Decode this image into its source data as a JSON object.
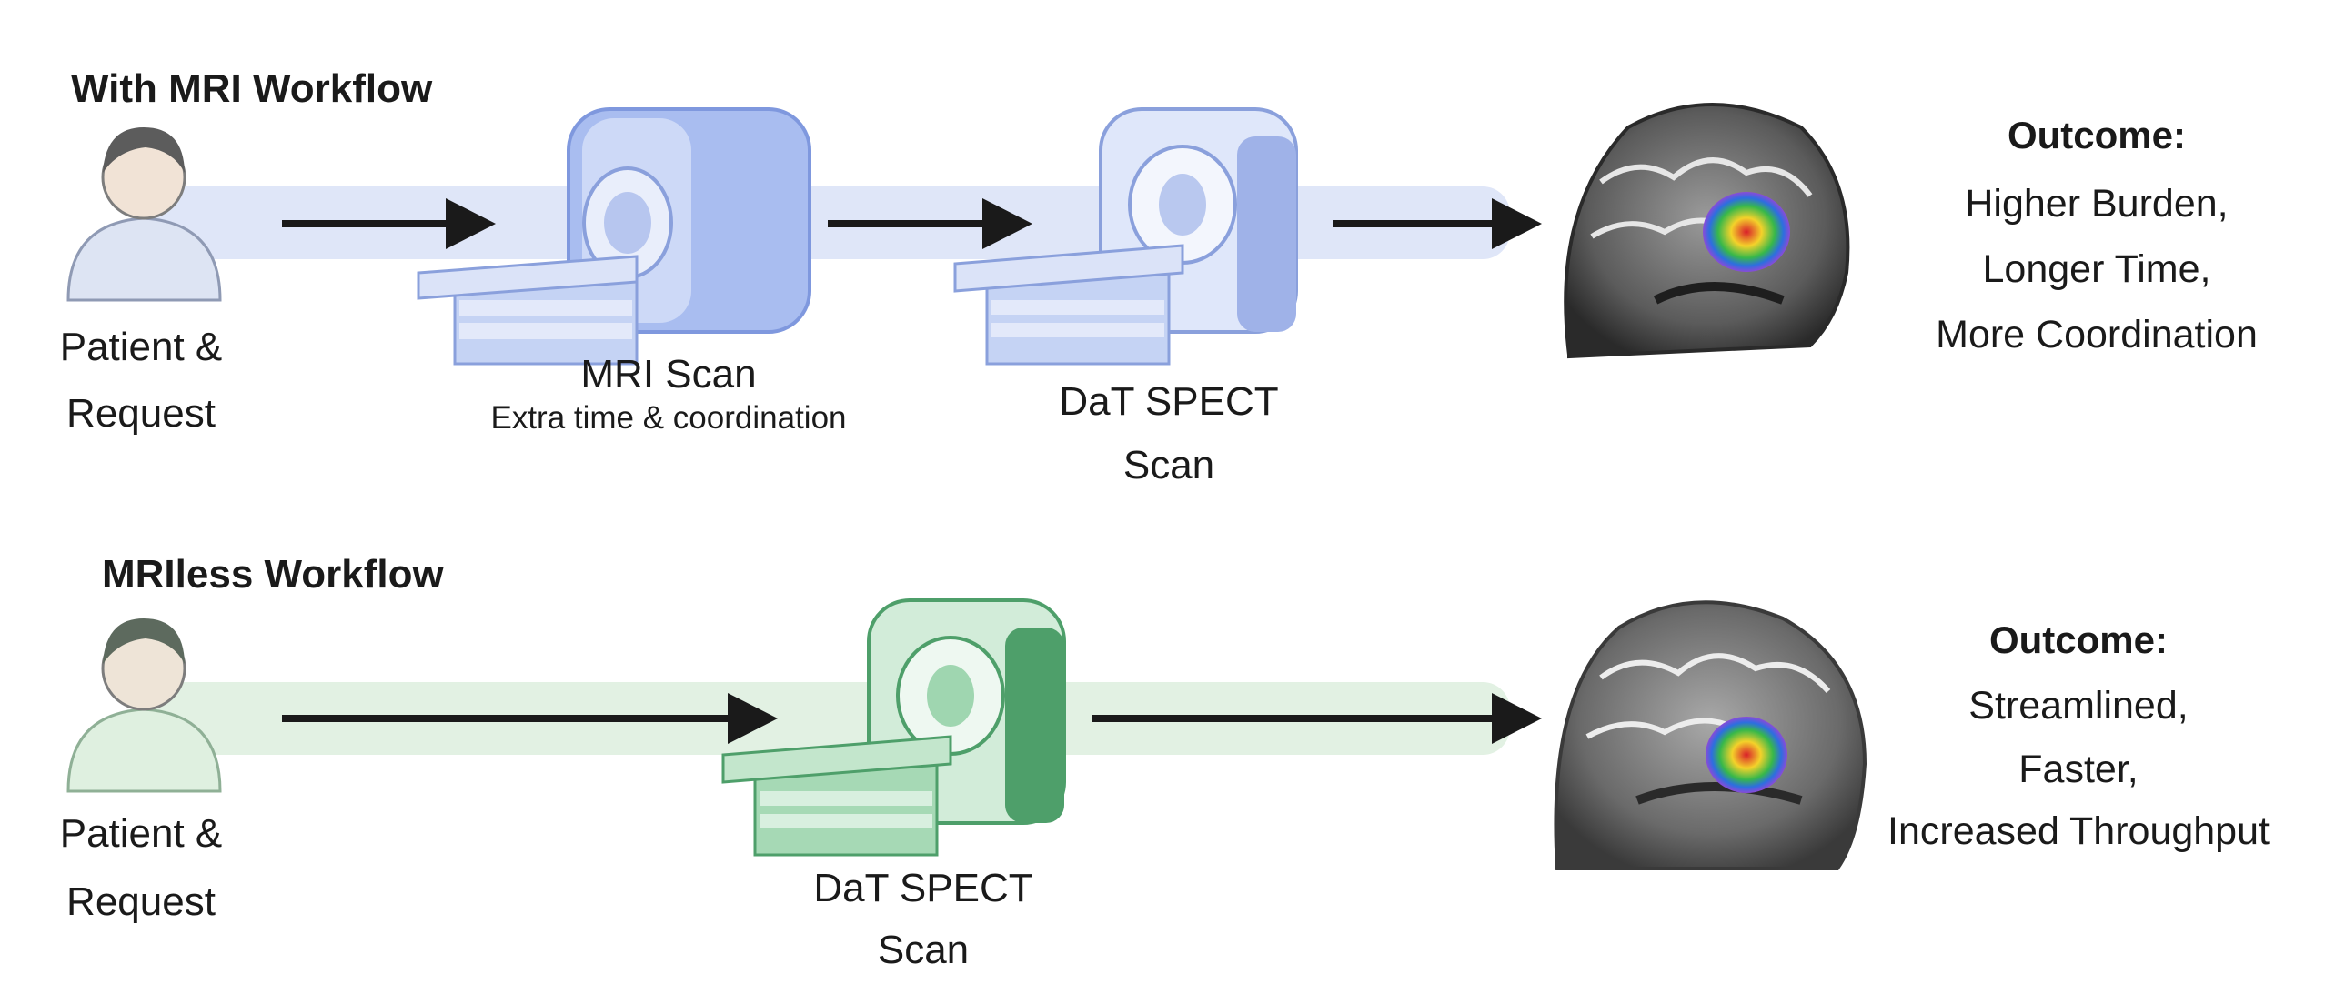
{
  "colors": {
    "mri_band": "#dfe6f8",
    "mri_machine": "#a9bdf0",
    "mri_machine_dark": "#7f98de",
    "spect_blue": "#c9d6f6",
    "green_band": "#e2f1e3",
    "spect_green": "#9fd6b0",
    "spect_green_dark": "#4e9f6a",
    "arrow": "#1a1a1a"
  },
  "workflow_mri": {
    "title": "With MRI Workflow",
    "patient_icon": "person-icon",
    "patient_label_1": "Patient &",
    "patient_label_2": "Request",
    "mri_label": "MRI Scan",
    "mri_note": "Extra time & coordination",
    "spect_label_1": "DaT SPECT",
    "spect_label_2": "Scan",
    "outcome_head": "Outcome:",
    "outcome_lines": [
      "Higher Burden,",
      "Longer Time,",
      "More Coordination"
    ]
  },
  "workflow_mriless": {
    "title": "MRIless Workflow",
    "patient_icon": "person-icon",
    "patient_label_1": "Patient &",
    "patient_label_2": "Request",
    "spect_label_1": "DaT SPECT",
    "spect_label_2": "Scan",
    "outcome_head": "Outcome:",
    "outcome_lines": [
      "Streamlined,",
      "Faster,",
      "Increased Throughput"
    ]
  }
}
